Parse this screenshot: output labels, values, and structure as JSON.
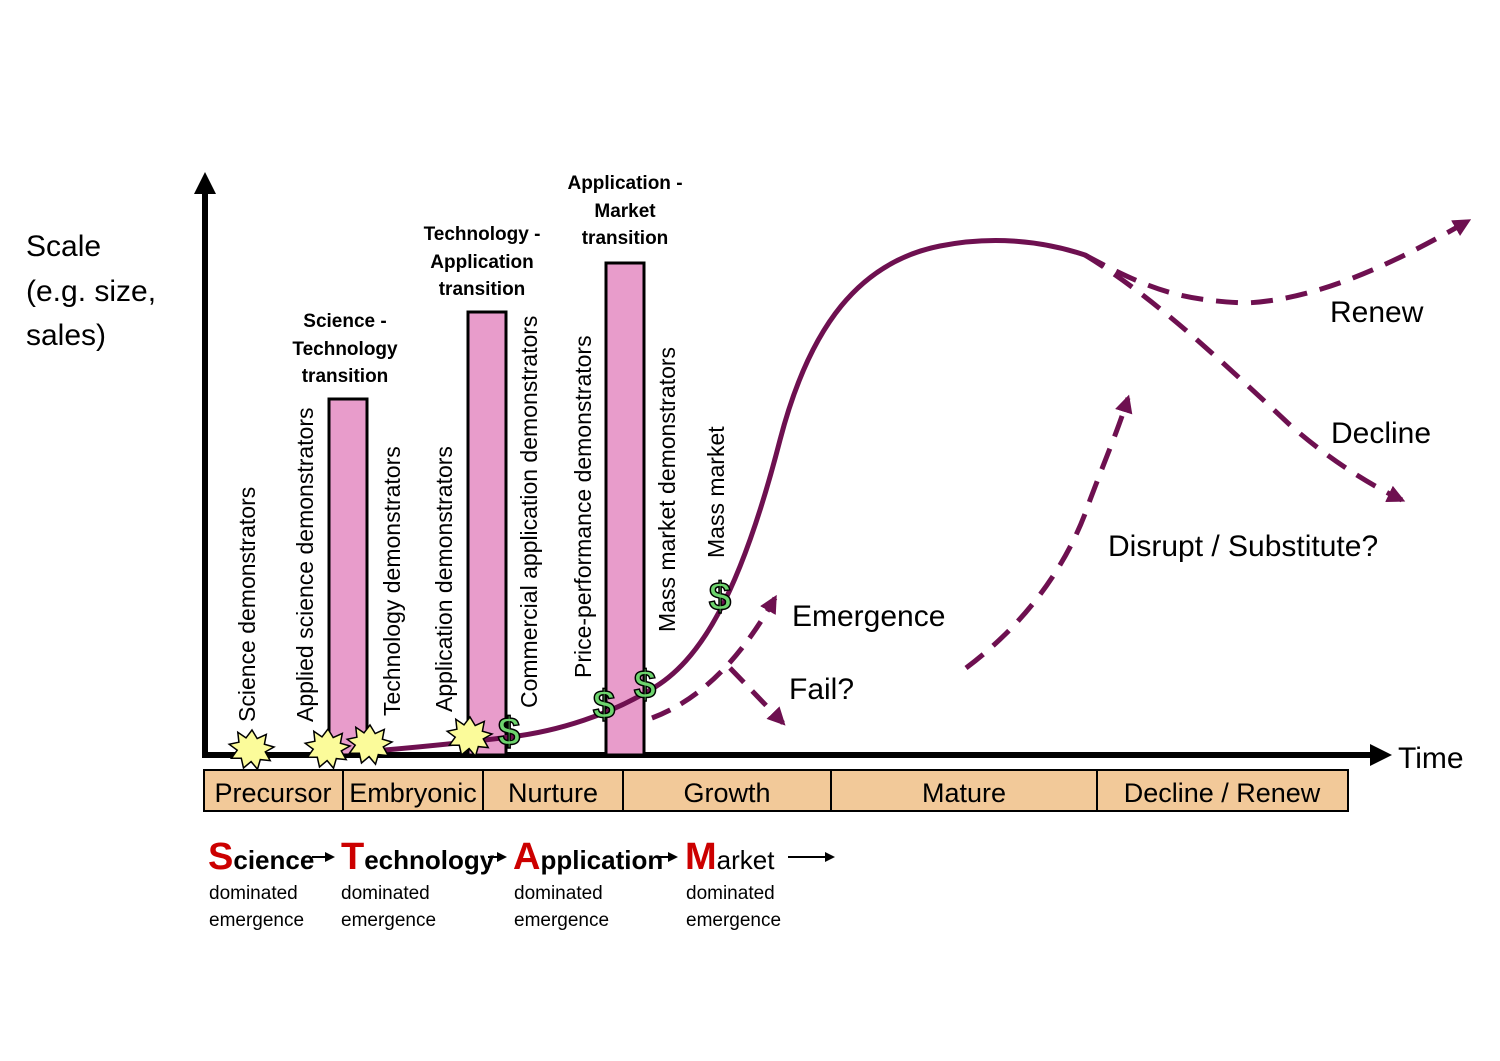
{
  "y_axis_label": [
    "Scale",
    "(e.g. size,",
    "sales)"
  ],
  "x_axis_label": "Time",
  "transitions": [
    {
      "lines": [
        "Science -",
        "Technology",
        "transition"
      ]
    },
    {
      "lines": [
        "Technology -",
        "Application",
        "transition"
      ]
    },
    {
      "lines": [
        "Application -",
        "Market",
        "transition"
      ]
    }
  ],
  "stage_labels": [
    "Science demonstrators",
    "Applied science demonstrators",
    "Technology demonstrators",
    "Application demonstrators",
    "Commercial application demonstrators",
    "Price-performance demonstrators",
    "Mass market demonstrators",
    "Mass market"
  ],
  "phases": [
    "Precursor",
    "Embryonic",
    "Nurture",
    "Growth",
    "Mature",
    "Decline / Renew"
  ],
  "annotations": {
    "emergence": "Emergence",
    "fail": "Fail?",
    "renew": "Renew",
    "decline": "Decline",
    "disrupt": "Disrupt / Substitute?"
  },
  "dollar_symbol": "$",
  "stam": [
    {
      "letter": "S",
      "rest": "cience",
      "line1": "dominated",
      "line2": "emergence"
    },
    {
      "letter": "T",
      "rest": "echnology",
      "line1": "dominated",
      "line2": "emergence"
    },
    {
      "letter": "A",
      "rest": "pplication",
      "line1": "dominated",
      "line2": "emergence"
    },
    {
      "letter": "M",
      "rest": "arket",
      "line1": "dominated",
      "line2": "emergence"
    }
  ],
  "colors": {
    "curve": "#6e1050",
    "bar_fill": "#e89ccb",
    "phase_fill": "#f2c999",
    "stam_letter": "#cc0000",
    "dollar": "#6dd46d",
    "burst": "#fbfb9a"
  }
}
